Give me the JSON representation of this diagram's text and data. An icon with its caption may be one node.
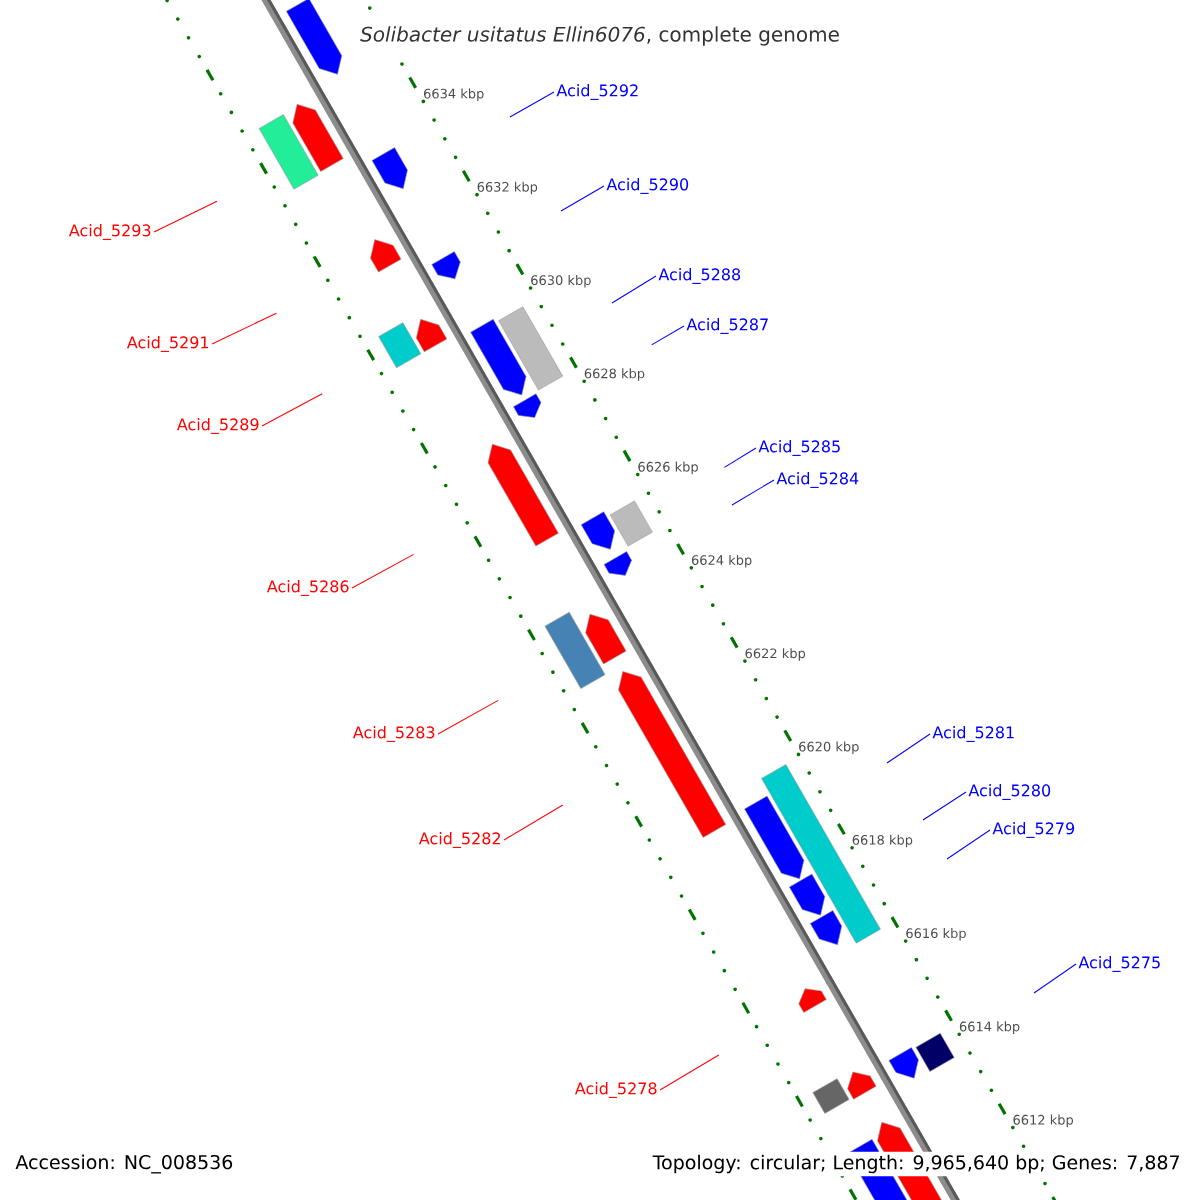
{
  "diagram": {
    "title": "*Solibacter usitatus Ellin6076*, complete genome",
    "nodes": [
      {
        "text": [
          "Acid_5292"
        ]
      },
      {
        "text": [
          "Acid_5290"
        ]
      },
      {
        "text": [
          "Acid_5293"
        ]
      },
      {
        "text": [
          "Acid_5288"
        ]
      },
      {
        "text": [
          "Acid_5287"
        ]
      },
      {
        "text": [
          "Acid_5291"
        ]
      },
      {
        "text": [
          "Acid_5289"
        ]
      },
      {
        "text": [
          "Acid_5285"
        ]
      },
      {
        "text": [
          "Acid_5284"
        ]
      },
      {
        "text": [
          "Acid_5286"
        ]
      },
      {
        "text": [
          "Acid_5281"
        ]
      },
      {
        "text": [
          "Acid_5283"
        ]
      },
      {
        "text": [
          "Acid_5280"
        ]
      },
      {
        "text": [
          "Acid_5279"
        ]
      },
      {
        "text": [
          "Acid_5282"
        ]
      },
      {
        "text": [
          "Acid_5275"
        ]
      },
      {
        "text": [
          "Acid_5278"
        ]
      }
    ],
    "edges": [
      {
        "from": 0,
        "to": null,
        "arrow": "none"
      },
      {
        "from": 1,
        "to": null,
        "arrow": "none"
      },
      {
        "from": 2,
        "to": null,
        "arrow": "none",
        "color": "#ff0000"
      },
      {
        "from": 3,
        "to": null,
        "arrow": "none"
      },
      {
        "from": 4,
        "to": null,
        "arrow": "none"
      },
      {
        "from": 5,
        "to": null,
        "arrow": "none",
        "color": "#ff0000"
      },
      {
        "from": 6,
        "to": null,
        "arrow": "none",
        "color": "#ff0000"
      },
      {
        "from": 7,
        "to": null,
        "arrow": "none"
      },
      {
        "from": 8,
        "to": null,
        "arrow": "none"
      },
      {
        "from": 9,
        "to": null,
        "arrow": "none",
        "color": "#ff0000"
      },
      {
        "from": 10,
        "to": null,
        "arrow": "none"
      },
      {
        "from": 11,
        "to": null,
        "arrow": "none",
        "color": "#ff0000"
      },
      {
        "from": 12,
        "to": null,
        "arrow": "none"
      },
      {
        "from": 13,
        "to": null,
        "arrow": "none"
      },
      {
        "from": 14,
        "to": null,
        "arrow": "none",
        "color": "#ff0000"
      },
      {
        "from": 15,
        "to": null,
        "arrow": "none"
      },
      {
        "from": 16,
        "to": null,
        "arrow": "none",
        "color": "#ff0000"
      }
    ],
    "labels": [
      "6634 kbp",
      "6632 kbp",
      "6630 kbp",
      "6628 kbp",
      "6626 kbp",
      "6624 kbp",
      "6622 kbp",
      "6620 kbp",
      "6618 kbp",
      "6616 kbp",
      "6614 kbp",
      "6612 kbp",
      "Accession: NC_008536",
      "Topology: circular; Length: 9,965,640 bp; Genes: 7,887"
    ]
  }
}
